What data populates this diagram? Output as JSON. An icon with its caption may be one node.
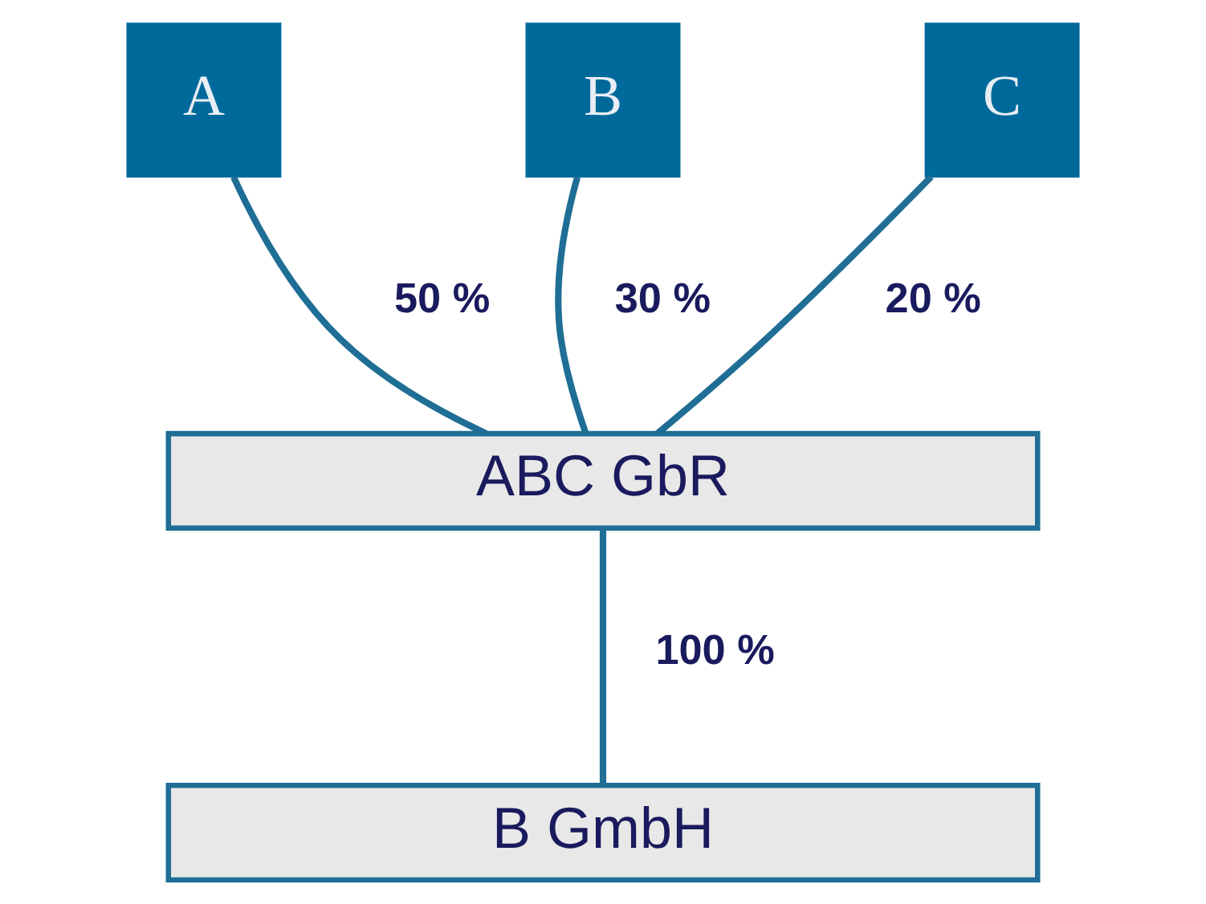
{
  "diagram": {
    "nodes": [
      {
        "text": [
          "A"
        ]
      },
      {
        "text": [
          "B"
        ]
      },
      {
        "text": [
          "C"
        ]
      },
      {
        "text": [
          "ABC GbR"
        ]
      },
      {
        "text": [
          "B GmbH"
        ]
      }
    ],
    "edges": [
      {
        "from": 0,
        "to": 3,
        "arrow": "none",
        "label": "50 %"
      },
      {
        "from": 1,
        "to": 3,
        "arrow": "none",
        "label": "30 %"
      },
      {
        "from": 2,
        "to": 3,
        "arrow": "none",
        "label": "20 %"
      },
      {
        "from": 3,
        "to": 4,
        "arrow": "none",
        "label": "100 %"
      }
    ]
  }
}
